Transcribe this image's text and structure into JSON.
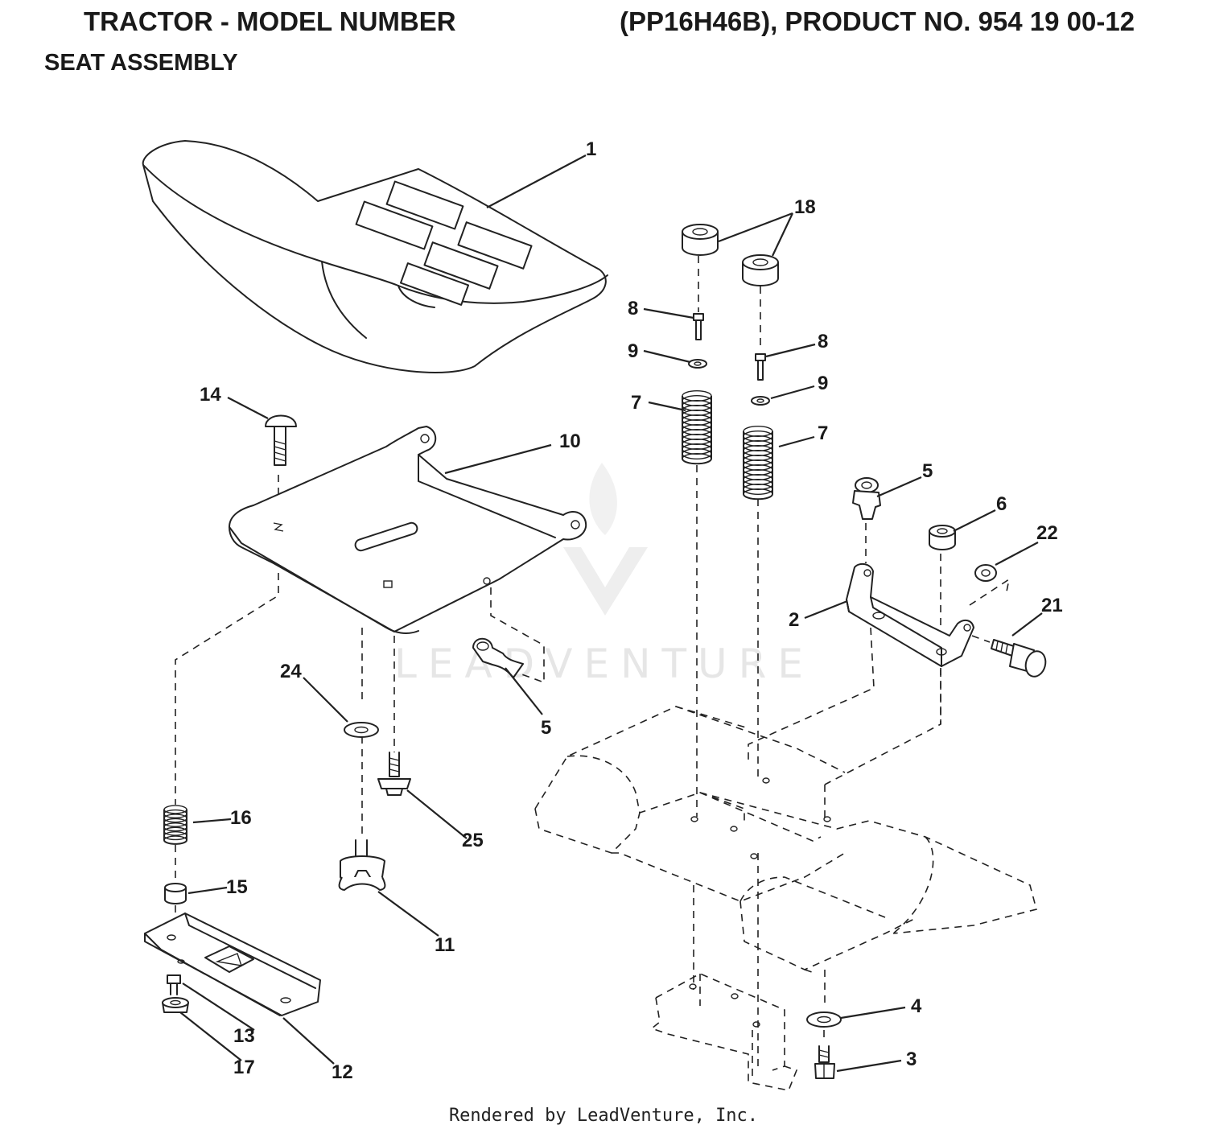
{
  "header": {
    "title_left": "TRACTOR - MODEL NUMBER",
    "title_right": "(PP16H46B), PRODUCT NO. 954 19 00-12",
    "subtitle": "SEAT ASSEMBLY"
  },
  "watermark": "LEADVENTURE",
  "footer": "Rendered by LeadVenture, Inc.",
  "callouts": {
    "seat": "1",
    "spacer_left": "18",
    "bolt_8_left": "8",
    "washer_9_left": "9",
    "spring_7_left": "7",
    "bolt_8_right": "8",
    "washer_9_right": "9",
    "spring_7_right": "7",
    "carriage_bolt": "14",
    "seat_pan": "10",
    "clip_5_upper": "5",
    "nut_6": "6",
    "nut_22": "22",
    "bracket_2": "2",
    "bolt_21": "21",
    "washer_24": "24",
    "clip_5_lower": "5",
    "spring_16": "16",
    "bolt_25": "25",
    "bushing_15": "15",
    "knob_11": "11",
    "washer_4": "4",
    "bolt_13": "13",
    "bolt_3": "3",
    "nut_17": "17",
    "plate_12": "12"
  }
}
